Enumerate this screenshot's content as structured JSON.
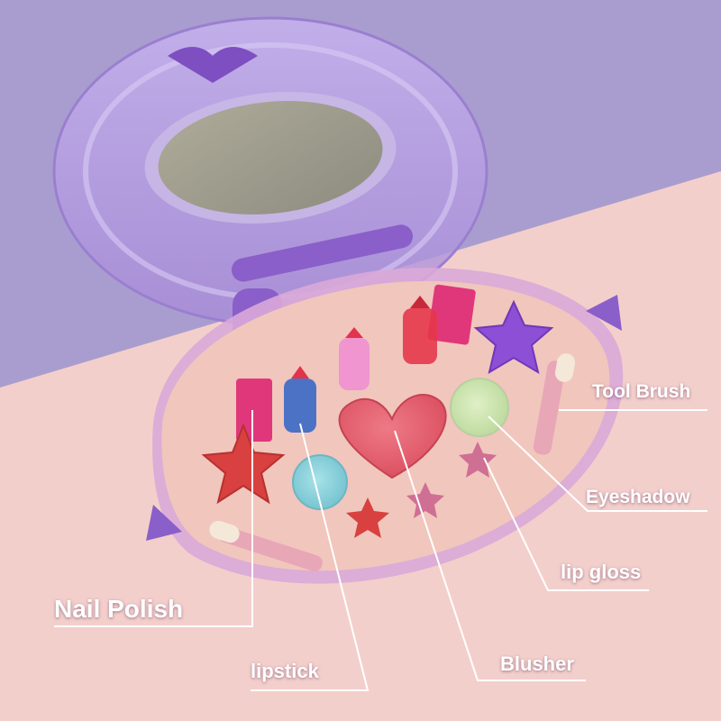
{
  "labels": {
    "nail_polish": "Nail Polish",
    "lipstick": "lipstick",
    "blusher": "Blusher",
    "lip_gloss": "lip gloss",
    "eyeshadow": "Eyeshadow",
    "tool_brush": "Tool Brush"
  },
  "colors": {
    "background_lavender": "#a99dcf",
    "background_pink": "#f3cfcb",
    "case_purple": "#8a5fc9",
    "palette_base": "#f1c6bd",
    "heart_blush": "#e3606f",
    "eyeshadow_mint": "#cfe6b4",
    "eyeshadow_blue": "#8fd3dc",
    "star_red": "#d8413f",
    "star_purple": "#8c4fd6",
    "star_pink": "#cf6f93",
    "callout_line": "#ffffff"
  }
}
